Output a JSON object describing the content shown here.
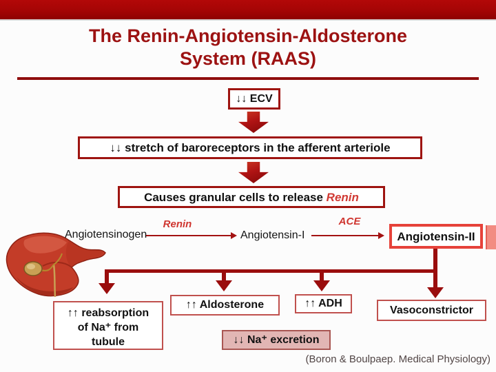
{
  "slide": {
    "title_line1": "The Renin-Angiotensin-Aldosterone",
    "title_line2": "System (RAAS)",
    "attribution": "(Boron & Boulpaep. Medical Physiology)"
  },
  "flow": {
    "ecv": "↓↓ ECV",
    "stretch": "↓↓ stretch of baroreceptors in the afferent arteriole",
    "causes_prefix": "Causes granular cells to release ",
    "causes_highlight": "Renin",
    "angiotensinogen": "Angiotensinogen",
    "renin_enzyme": "Renin",
    "angiotensin_1": "Angiotensin-I",
    "ace_enzyme": "ACE",
    "angiotensin_2": "Angiotensin-II"
  },
  "effects": {
    "reabsorption_line1": "↑↑ reabsorption",
    "reabsorption_line2": "of Na⁺ from",
    "reabsorption_line3": "tubule",
    "aldosterone": "↑↑ Aldosterone",
    "adh": "↑↑ ADH",
    "vasoconstrictor": "Vasoconstrictor",
    "na_excretion": "↓↓ Na⁺ excretion"
  },
  "colors": {
    "top_bar": "#a40505",
    "title_red": "#9c1212",
    "box_border_dark_red": "#9e1410",
    "bright_red_border": "#e6423a",
    "enzyme_red": "#cf352f",
    "connector_red": "#9a0d0d",
    "effect_border": "#c0504d",
    "pink_fill": "#e2b6b4",
    "salmon_strip": "#f28c82"
  }
}
